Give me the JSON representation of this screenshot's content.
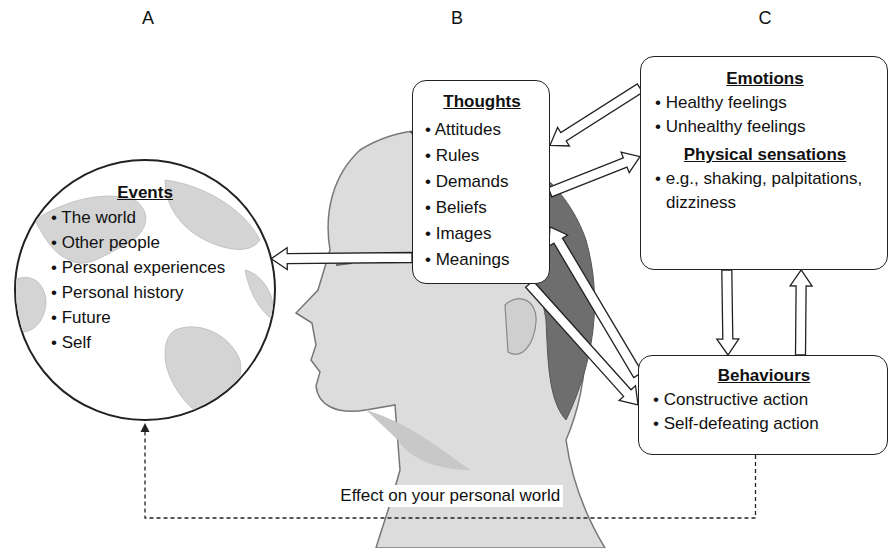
{
  "diagram": {
    "nodes": [
      {
        "text": [
          "Events",
          "• The world",
          "• Other people",
          "• Personal experiences",
          "• Personal history",
          "• Future",
          "• Self"
        ]
      },
      {
        "text": [
          "Thoughts",
          "• Attitudes",
          "• Rules",
          "• Demands",
          "• Beliefs",
          "• Images",
          "• Meanings"
        ]
      },
      {
        "text": [
          "Emotions",
          "• Healthy feelings",
          "• Unhealthy feelings",
          "Physical sensations",
          "• e.g., shaking, palpitations, dizziness"
        ]
      },
      {
        "text": [
          "Behaviours",
          "• Constructive action",
          "• Self-defeating action"
        ]
      }
    ],
    "edges": [
      {
        "from": 1,
        "to": 0,
        "arrow": "to"
      },
      {
        "from": 2,
        "to": 1,
        "arrow": "to"
      },
      {
        "from": 1,
        "to": 2,
        "arrow": "to"
      },
      {
        "from": 3,
        "to": 1,
        "arrow": "to"
      },
      {
        "from": 1,
        "to": 3,
        "arrow": "to"
      },
      {
        "from": 2,
        "to": 3,
        "arrow": "to"
      },
      {
        "from": 3,
        "to": 2,
        "arrow": "to"
      },
      {
        "from": 3,
        "to": 0,
        "label": "Effect on your personal world",
        "arrow": "to"
      }
    ],
    "labels": [
      "A",
      "B",
      "C"
    ]
  }
}
